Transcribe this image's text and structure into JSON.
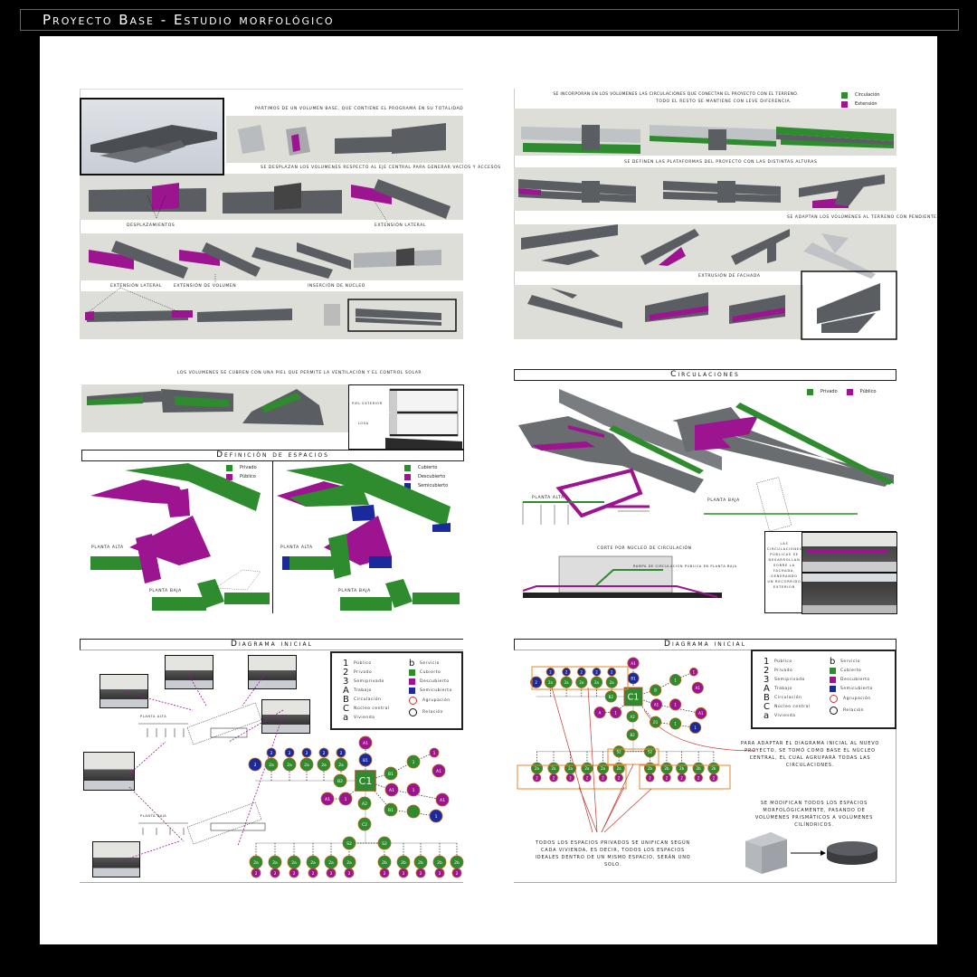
{
  "header": {
    "title": "Proyecto Base - Estudio morfológico"
  },
  "colors": {
    "green": "#2e8b2e",
    "magenta": "#9c1490",
    "blue": "#1a2a9c",
    "dark": "#55585c",
    "light": "#b8bbbe",
    "strip": "#deded8"
  },
  "panel1": {
    "caption_top": "Partimos de un volumen base, que contiene el programa en su totalidad",
    "caption_mid": "Se desplazan los volúmenes respecto al eje central para generar vacíos y accesos",
    "labels": [
      "Desplazamientos",
      "Extensión lateral",
      "Extensión lateral",
      "Extensión de volumen",
      "Inserción de núcleo"
    ]
  },
  "panel2": {
    "caption_top": "Se incorporan en los volúmenes las circulaciones que conectan el proyecto con el terreno.",
    "caption_top2": "Todo el resto se mantiene con leve diferencia.",
    "legend": [
      {
        "label": "Circulación",
        "color": "#2e8b2e"
      },
      {
        "label": "Extensión",
        "color": "#9c1490"
      }
    ],
    "caption_mid": "Se definen las plataformas del proyecto con las distintas alturas",
    "caption_right": "Se adaptan los volúmenes al terreno con pendiente",
    "caption_low": "Extrusión de fachada"
  },
  "panel3": {
    "caption_top": "Los volúmenes se cubren con una piel que permite la ventilación y el control solar",
    "section_labels": [
      "Piel exterior",
      "Losa"
    ],
    "title": "Definición de espacios",
    "legend_left": [
      {
        "label": "Privado",
        "color": "#2e8b2e"
      },
      {
        "label": "Público",
        "color": "#9c1490"
      }
    ],
    "legend_right": [
      {
        "label": "Cubierto",
        "color": "#2e8b2e"
      },
      {
        "label": "Descubierto",
        "color": "#9c1490"
      },
      {
        "label": "Semicubierto",
        "color": "#1a2a9c"
      }
    ],
    "plan_labels": [
      "Planta alta",
      "Planta baja",
      "Planta alta",
      "Planta baja"
    ]
  },
  "panel4": {
    "title": "Circulaciones",
    "legend": [
      {
        "label": "Privado",
        "color": "#2e8b2e"
      },
      {
        "label": "Público",
        "color": "#9c1490"
      }
    ],
    "plan_labels": [
      "Planta alta",
      "Planta baja"
    ],
    "section_title": "Corte por núcleo de circulación",
    "section_note": "Rampa de circulación pública en planta baja",
    "side_note": "Las circulaciones públicas se desarrollan sobre la fachada, generando un recorrido exterior"
  },
  "panel5": {
    "title": "Diagrama inicial",
    "plan_labels": [
      "Planta alta",
      "Planta baja"
    ]
  },
  "legend_diagram": {
    "left": [
      {
        "key": "1",
        "label": "Público"
      },
      {
        "key": "2",
        "label": "Privado"
      },
      {
        "key": "3",
        "label": "Semiprivado"
      },
      {
        "key": "A",
        "label": "Trabajo"
      },
      {
        "key": "B",
        "label": "Circulación"
      },
      {
        "key": "C",
        "label": "Núcleo central"
      },
      {
        "key": "a",
        "label": "Vivienda"
      }
    ],
    "right": [
      {
        "key": "b",
        "label": "Servicio"
      },
      {
        "key": "sq-green",
        "label": "Cubierto"
      },
      {
        "key": "sq-magenta",
        "label": "Descubierto"
      },
      {
        "key": "sq-blue",
        "label": "Semicubierto"
      },
      {
        "key": "circle-red",
        "label": "Agrupación"
      },
      {
        "key": "circle-black",
        "label": "Relación"
      }
    ]
  },
  "panel6": {
    "title": "Diagrama inicial",
    "note_core": "Para adaptar el diagrama inicial al nuevo proyecto, se tomó como base el núcleo central, el cual agrupará todas las circulaciones.",
    "note_private": "Todos los espacios privados se unifican según cada vivienda, es decir, todos los espacios ideales dentro de un mismo espacio, serán uno solo.",
    "note_shape": "Se modifican todos los espacios morfológicamente, pasando de volúmenes prismáticos a volúmenes cilíndricos."
  },
  "diagram5": {
    "core": "C1",
    "nodes": [
      "A1",
      "B1",
      "B1",
      "1",
      "1",
      "A1",
      "A1",
      "1",
      "A1",
      "B1",
      "",
      "1",
      "A1",
      "1",
      "A2",
      "C2",
      "2",
      "2a",
      "2a",
      "2a",
      "2a",
      "2a",
      "2",
      "2",
      "2",
      "2",
      "2",
      "B2",
      "S2",
      "S2",
      "2a",
      "2a",
      "2a",
      "2a",
      "2a",
      "2a",
      "2b",
      "2b",
      "2b",
      "2b",
      "2b",
      "2",
      "2",
      "2",
      "2",
      "2",
      "2",
      "2",
      "2",
      "2",
      "2",
      "2"
    ]
  },
  "diagram6": {
    "core": "C1",
    "nodes": [
      "A1",
      "B1",
      "B",
      "1",
      "1",
      "A1",
      "A1",
      "1",
      "A1",
      "B1",
      "1",
      "1",
      "A",
      "1",
      "A2",
      "B2",
      "2",
      "2a",
      "2a",
      "2a",
      "2a",
      "2a",
      "2",
      "2",
      "2",
      "2",
      "2",
      "B2",
      "S2",
      "S2",
      "2a",
      "2a",
      "2a",
      "2a",
      "2a",
      "2a",
      "2b",
      "2b",
      "2b",
      "2b",
      "2b",
      "2",
      "2",
      "2",
      "2",
      "2",
      "2",
      "2",
      "2",
      "2",
      "2",
      "2"
    ]
  }
}
